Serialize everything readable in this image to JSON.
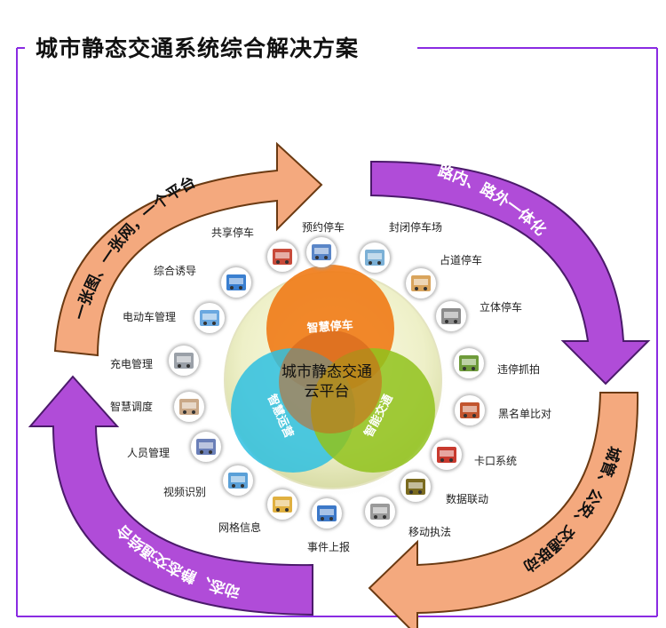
{
  "title": "城市静态交通系统综合解决方案",
  "colors": {
    "frame": "#8a2be2",
    "orange_arrow": "#f4a97e",
    "purple_arrow": "#b04cd8",
    "orange_circle": "#f07d1a",
    "teal_circle": "#2ebfe0",
    "green_circle": "#90c21c"
  },
  "center": {
    "title_line1": "城市静态交通",
    "title_line2": "云平台",
    "circles": [
      {
        "label": "智慧停车",
        "color": "#f07d1a"
      },
      {
        "label": "智慧运营",
        "color": "#2ebfe0"
      },
      {
        "label": "智能交通",
        "color": "#90c21c"
      }
    ]
  },
  "arrows": [
    {
      "label": "一张图、一张网，一个平台",
      "color": "#f4a97e"
    },
    {
      "label": "路内、路外一体化",
      "color": "#b04cd8"
    },
    {
      "label": "城管、公安、交通联动",
      "color": "#f4a97e"
    },
    {
      "label": "动态、静态交通结合",
      "color": "#b04cd8"
    }
  ],
  "nodes": [
    {
      "label": "预约停车",
      "icon": "car-lift-icon",
      "tint": "#5a86c8"
    },
    {
      "label": "封闭停车场",
      "icon": "parking-lot-icon",
      "tint": "#7bb0d6"
    },
    {
      "label": "占道停车",
      "icon": "roadside-parking-icon",
      "tint": "#d9a45c"
    },
    {
      "label": "立体停车",
      "icon": "stereo-garage-icon",
      "tint": "#8c8c8c"
    },
    {
      "label": "违停抓拍",
      "icon": "camera-pole-icon",
      "tint": "#6e9b3a"
    },
    {
      "label": "黑名单比对",
      "icon": "plate-compare-icon",
      "tint": "#c2552e"
    },
    {
      "label": "卡口系统",
      "icon": "checkpoint-icon",
      "tint": "#c83a2e"
    },
    {
      "label": "数据联动",
      "icon": "data-link-icon",
      "tint": "#7a6a1f"
    },
    {
      "label": "移动执法",
      "icon": "mobile-law-icon",
      "tint": "#9a9a9a"
    },
    {
      "label": "事件上报",
      "icon": "event-report-icon",
      "tint": "#3c78c8"
    },
    {
      "label": "网格信息",
      "icon": "grid-info-icon",
      "tint": "#e0b040"
    },
    {
      "label": "视频识别",
      "icon": "video-recognition-icon",
      "tint": "#5aa0d8"
    },
    {
      "label": "人员管理",
      "icon": "people-icon",
      "tint": "#6a7fb8"
    },
    {
      "label": "智慧调度",
      "icon": "operator-icon",
      "tint": "#c9a888"
    },
    {
      "label": "充电管理",
      "icon": "charging-icon",
      "tint": "#9aa0a8"
    },
    {
      "label": "电动车管理",
      "icon": "magnifier-icon",
      "tint": "#6aa8e0"
    },
    {
      "label": "综合诱导",
      "icon": "guidance-board-icon",
      "tint": "#3a7fd0"
    },
    {
      "label": "共享停车",
      "icon": "shared-parking-icon",
      "tint": "#c84a3a"
    }
  ]
}
